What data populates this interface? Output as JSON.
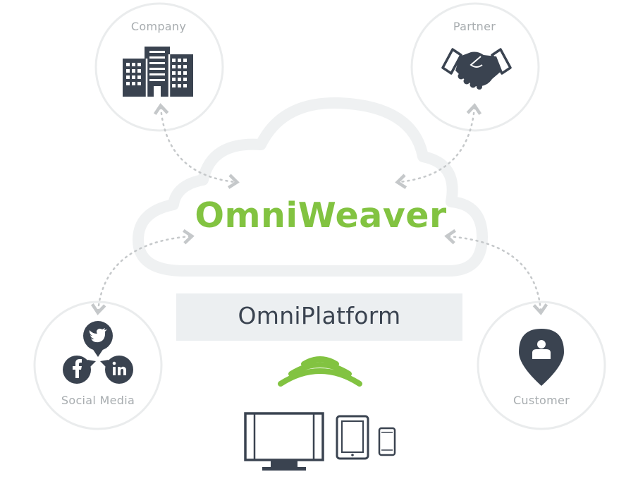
{
  "nodes": {
    "company": "Company",
    "partner": "Partner",
    "social_media": "Social Media",
    "customer": "Customer"
  },
  "hub": {
    "title": "OmniWeaver",
    "platform": "OmniPlatform"
  },
  "social_icons": [
    "twitter-icon",
    "facebook-icon",
    "linkedin-icon"
  ],
  "device_icons": [
    "monitor-icon",
    "tablet-icon",
    "smartphone-icon"
  ],
  "colors": {
    "brand_green": "#82c341",
    "dark_icon": "#3a4350",
    "circle_stroke": "#eaeced",
    "cloud_stroke": "#eff1f2",
    "platform_bg": "#eceff1",
    "label_gray": "#a7acaf",
    "connector": "#c5c8ca"
  }
}
